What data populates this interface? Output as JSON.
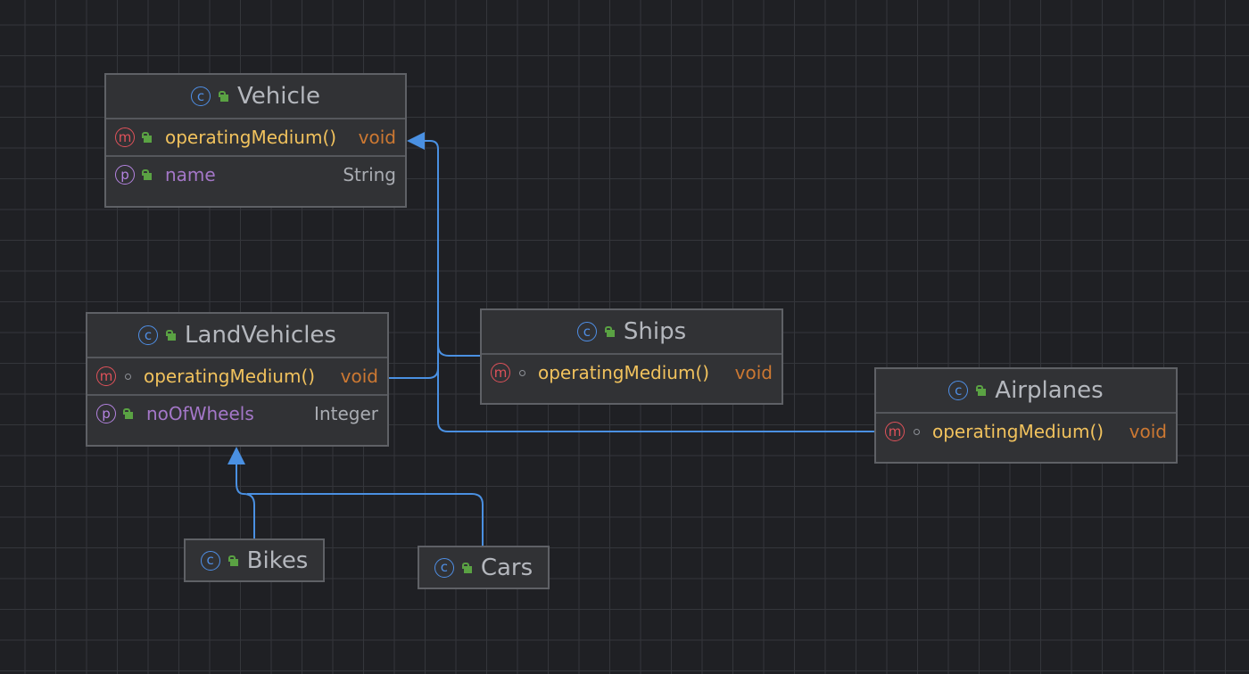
{
  "classes": {
    "vehicle": {
      "name": "Vehicle",
      "methods": [
        {
          "name": "operatingMedium()",
          "type": "void"
        }
      ],
      "fields": [
        {
          "name": "name",
          "type": "String"
        }
      ]
    },
    "land_vehicles": {
      "name": "LandVehicles",
      "methods": [
        {
          "name": "operatingMedium()",
          "type": "void"
        }
      ],
      "fields": [
        {
          "name": "noOfWheels",
          "type": "Integer"
        }
      ]
    },
    "ships": {
      "name": "Ships",
      "methods": [
        {
          "name": "operatingMedium()",
          "type": "void"
        }
      ]
    },
    "airplanes": {
      "name": "Airplanes",
      "methods": [
        {
          "name": "operatingMedium()",
          "type": "void"
        }
      ]
    },
    "bikes": {
      "name": "Bikes"
    },
    "cars": {
      "name": "Cars"
    }
  },
  "badges": {
    "class": "c",
    "method": "m",
    "property": "p"
  },
  "relations": [
    {
      "from": "LandVehicles",
      "to": "Vehicle",
      "type": "extends"
    },
    {
      "from": "Ships",
      "to": "Vehicle",
      "type": "extends"
    },
    {
      "from": "Airplanes",
      "to": "Vehicle",
      "type": "extends"
    },
    {
      "from": "Bikes",
      "to": "LandVehicles",
      "type": "extends"
    },
    {
      "from": "Cars",
      "to": "LandVehicles",
      "type": "extends"
    }
  ],
  "colors": {
    "background": "#1f2024",
    "edge": "#4a90e2",
    "class_icon": "#4f8fe6",
    "method_icon": "#e0525a",
    "property_icon": "#b483e0",
    "method_name": "#f1c25d",
    "property_name": "#a477c8",
    "void_type": "#cc7832"
  }
}
